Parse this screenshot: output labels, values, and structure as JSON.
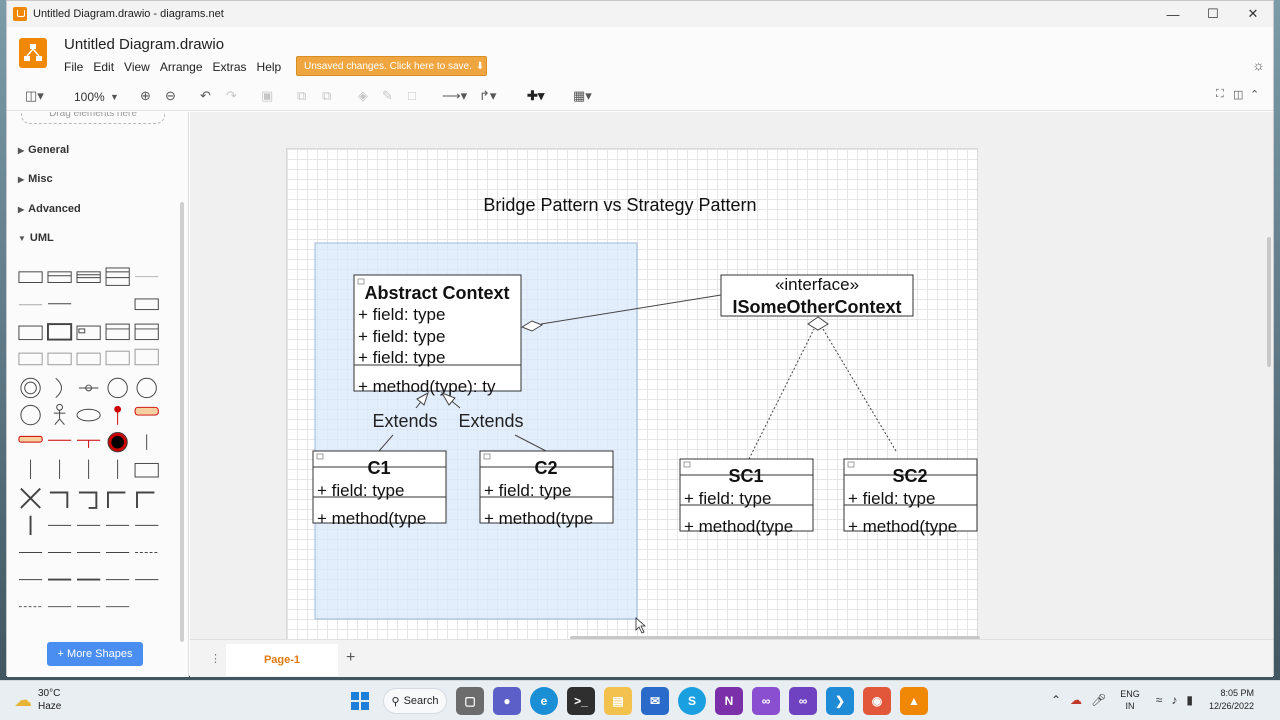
{
  "window": {
    "title": "Untitled Diagram.drawio - diagrams.net"
  },
  "app": {
    "doc_title": "Untitled Diagram.drawio",
    "menu": [
      "File",
      "Edit",
      "View",
      "Arrange",
      "Extras",
      "Help"
    ],
    "save_banner": "Unsaved changes. Click here to save.",
    "zoom": "100%"
  },
  "sidebar": {
    "drag_hint": "Drag elements here",
    "sections": [
      "General",
      "Misc",
      "Advanced",
      "UML"
    ],
    "more_shapes": "+ More Shapes"
  },
  "diagram": {
    "title": "Bridge Pattern vs Strategy Pattern",
    "abstract_context": {
      "name": "Abstract Context",
      "fields": [
        "+ field: type",
        "+ field: type",
        "+ field: type"
      ],
      "method": "+ method(type): ty"
    },
    "interface": {
      "stereotype": "«interface»",
      "name": "ISomeOtherContext"
    },
    "extends_label": "Extends",
    "classes": [
      {
        "name": "C1",
        "field": "+ field: type",
        "method": "+ method(type"
      },
      {
        "name": "C2",
        "field": "+ field: type",
        "method": "+ method(type"
      },
      {
        "name": "SC1",
        "field": "+ field: type",
        "method": "+ method(type"
      },
      {
        "name": "SC2",
        "field": "+ field: type",
        "method": "+ method(type"
      }
    ]
  },
  "pages": {
    "current": "Page-1"
  },
  "taskbar": {
    "weather_temp": "30°C",
    "weather_desc": "Haze",
    "search": "Search",
    "lang_top": "ENG",
    "lang_bottom": "IN",
    "time": "8:05 PM",
    "date": "12/26/2022"
  },
  "colors": {
    "accent": "#f08705",
    "selection": "#dae8fc",
    "banner": "#f0a640"
  }
}
